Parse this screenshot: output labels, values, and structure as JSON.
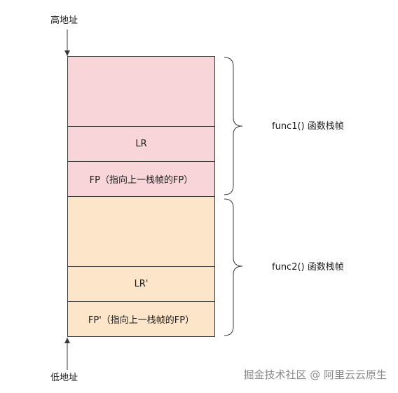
{
  "address": {
    "high": "高地址",
    "low": "低地址"
  },
  "frames": [
    {
      "label": "func1() 函数栈帧",
      "slots": [
        "",
        "LR",
        "FP（指向上一栈帧的FP）"
      ]
    },
    {
      "label": "func2() 函数栈帧",
      "slots": [
        "",
        "LR'",
        "FP'（指向上一栈帧的FP）"
      ]
    }
  ],
  "watermark": "掘金技术社区 @ 阿里云云原生",
  "colors": {
    "frame1_fill": "#f8d5d8",
    "frame2_fill": "#fde5c9",
    "border": "#3a3a3a"
  }
}
